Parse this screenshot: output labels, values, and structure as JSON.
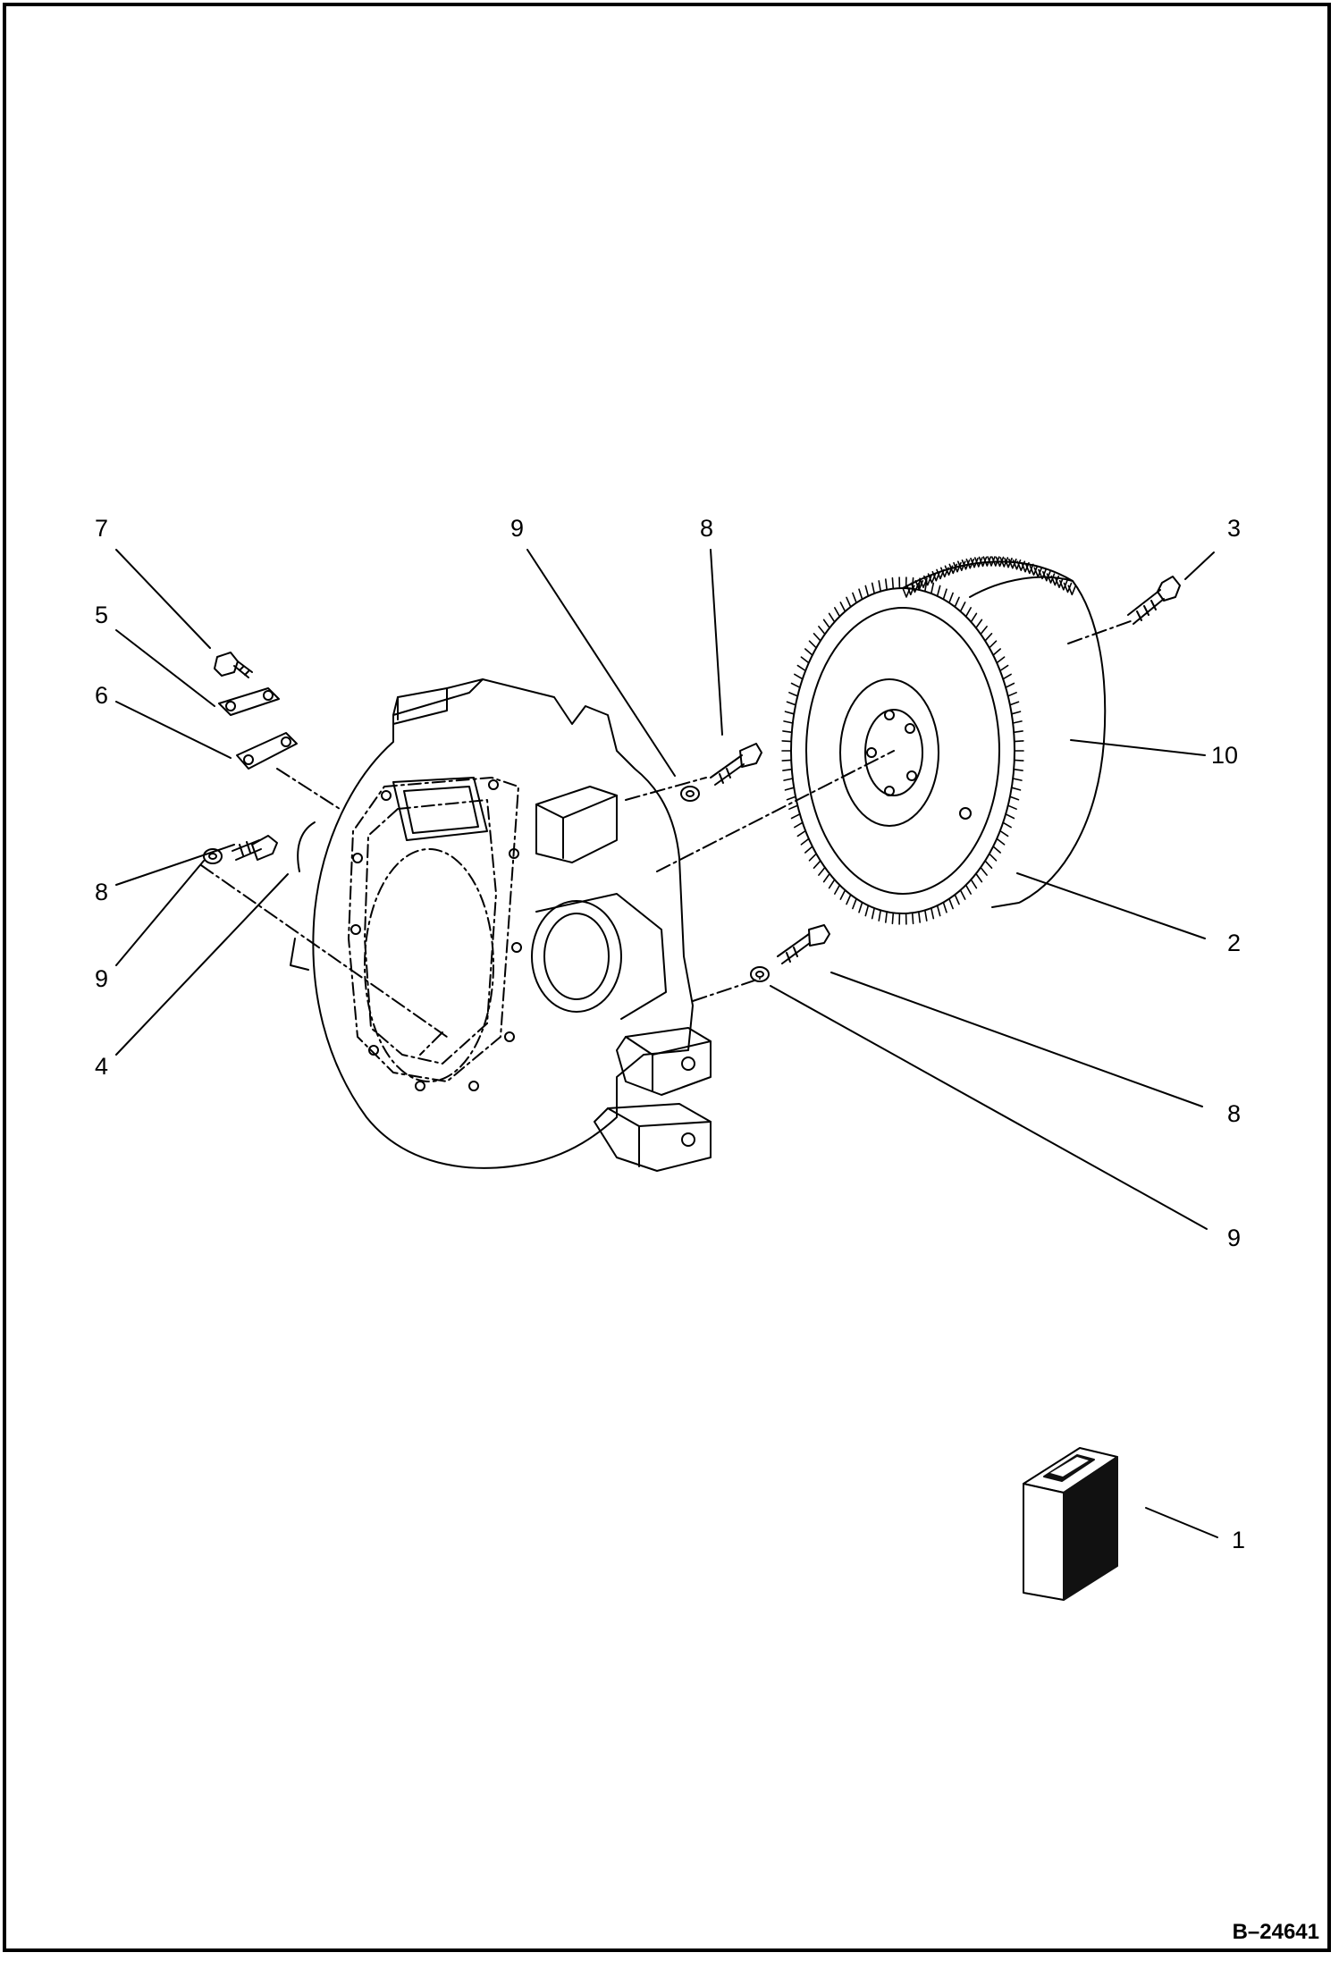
{
  "diagram": {
    "type": "exploded-parts-view",
    "figure_id": "B–24641",
    "callouts": {
      "c7": "7",
      "c5": "5",
      "c6": "6",
      "c8_left": "8",
      "c9_left": "9",
      "c4": "4",
      "c9_top": "9",
      "c8_top": "8",
      "c3": "3",
      "c10": "10",
      "c2": "2",
      "c8_right": "8",
      "c9_right": "9",
      "c1": "1"
    },
    "colors": {
      "line": "#000000",
      "background": "#ffffff",
      "dark_fill": "#111111"
    }
  }
}
